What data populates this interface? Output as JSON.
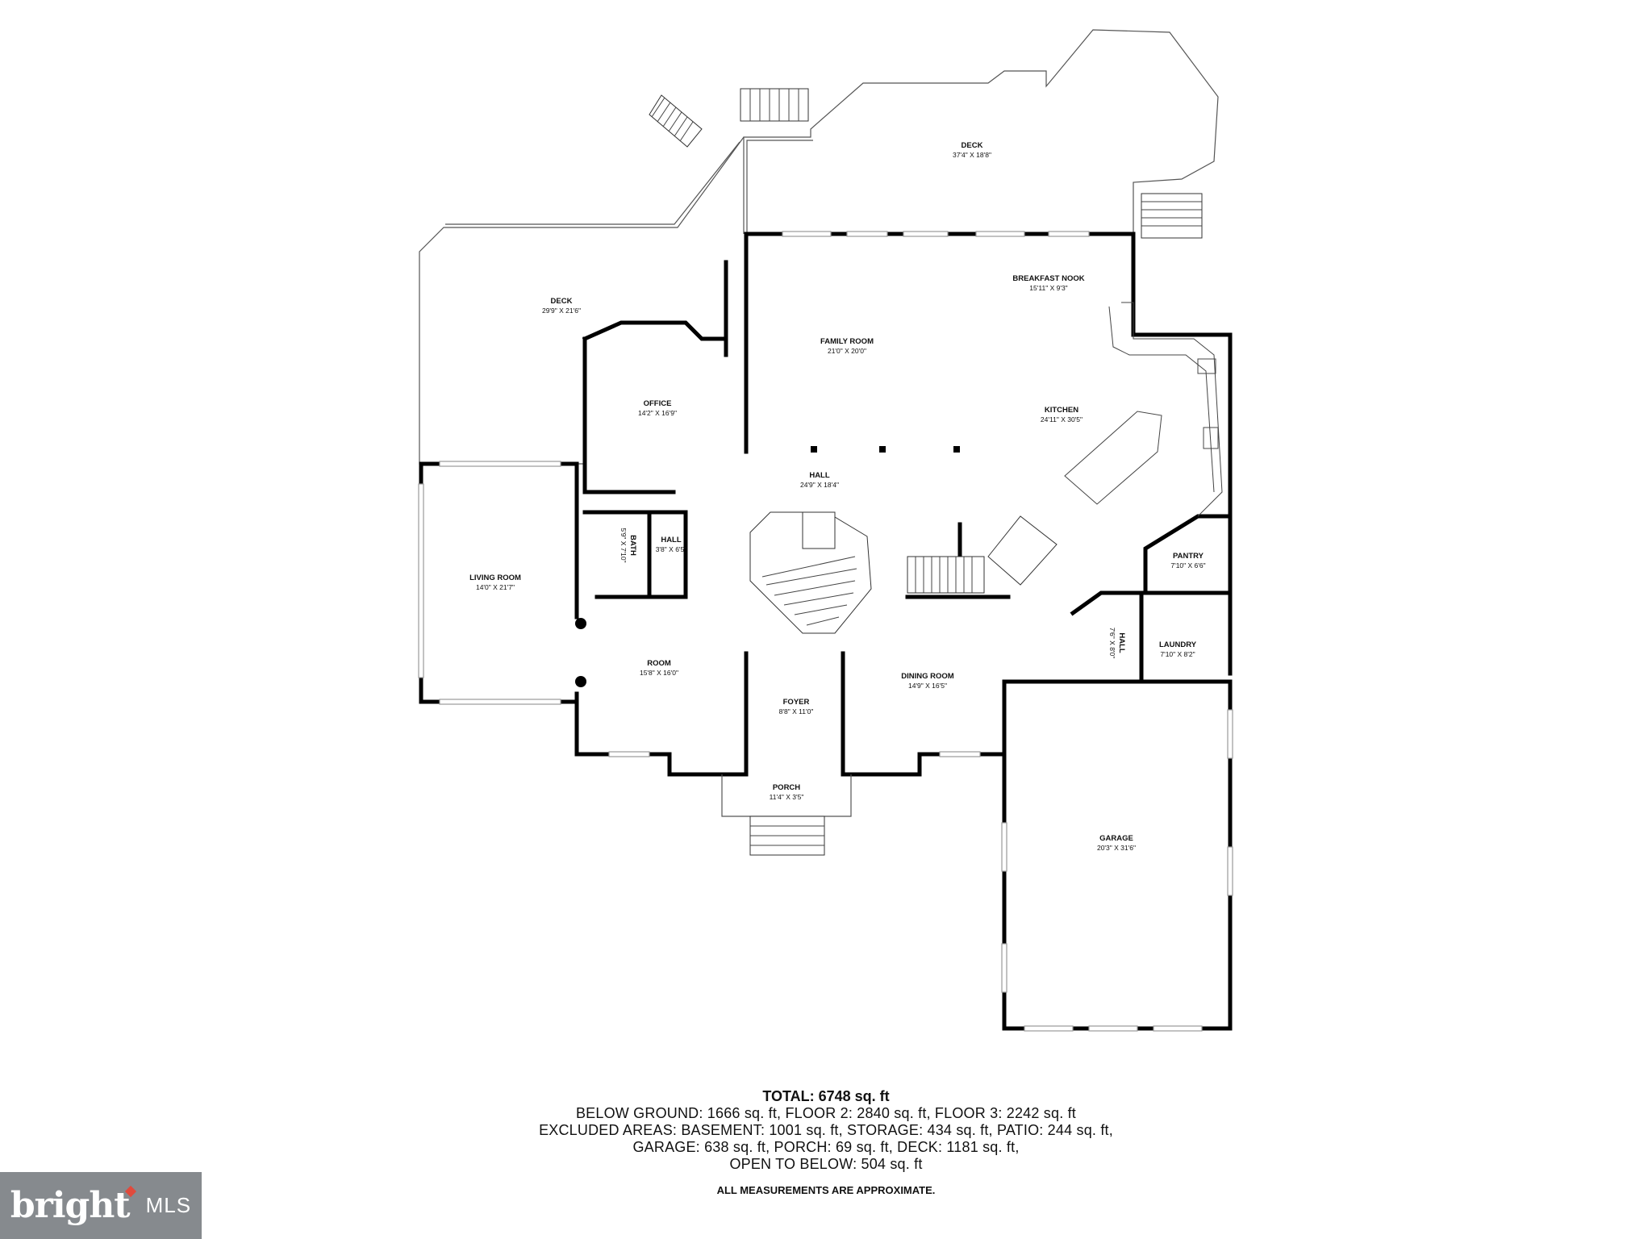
{
  "rooms": {
    "deck_top": {
      "name": "DECK",
      "dim": "37'4\" X 18'8\""
    },
    "deck_left": {
      "name": "DECK",
      "dim": "29'9\" X 21'6\""
    },
    "breakfast_nook": {
      "name": "BREAKFAST NOOK",
      "dim": "15'11\" X 9'3\""
    },
    "family_room": {
      "name": "FAMILY ROOM",
      "dim": "21'0\" X 20'0\""
    },
    "office": {
      "name": "OFFICE",
      "dim": "14'2\" X 16'9\""
    },
    "kitchen": {
      "name": "KITCHEN",
      "dim": "24'11\" X 30'5\""
    },
    "hall_main": {
      "name": "HALL",
      "dim": "24'9\" X 18'4\""
    },
    "bath": {
      "name": "BATH",
      "dim": "5'9\" X 7'10\""
    },
    "hall_small": {
      "name": "HALL",
      "dim": "3'8\" X 6'5\""
    },
    "living_room": {
      "name": "LIVING ROOM",
      "dim": "14'0\" X 21'7\""
    },
    "pantry": {
      "name": "PANTRY",
      "dim": "7'10\" X 6'6\""
    },
    "room": {
      "name": "ROOM",
      "dim": "15'8\" X 16'0\""
    },
    "hall_right": {
      "name": "HALL",
      "dim": "7'6\" X 8'0\""
    },
    "laundry": {
      "name": "LAUNDRY",
      "dim": "7'10\" X 8'2\""
    },
    "dining_room": {
      "name": "DINING ROOM",
      "dim": "14'9\" X 16'5\""
    },
    "foyer": {
      "name": "FOYER",
      "dim": "8'8\" X 11'0\""
    },
    "porch": {
      "name": "PORCH",
      "dim": "11'4\" X 3'5\""
    },
    "garage": {
      "name": "GARAGE",
      "dim": "20'3\" X 31'6\""
    }
  },
  "summary": {
    "total": "TOTAL: 6748 sq. ft",
    "line1": "BELOW GROUND: 1666 sq. ft, FLOOR 2: 2840 sq. ft, FLOOR 3: 2242 sq. ft",
    "line2": "EXCLUDED AREAS: BASEMENT: 1001 sq. ft, STORAGE: 434 sq. ft, PATIO: 244 sq. ft,",
    "line3": "GARAGE: 638 sq. ft, PORCH: 69 sq. ft, DECK: 1181 sq. ft,",
    "line4": "OPEN TO BELOW: 504 sq. ft",
    "disclaimer": "ALL MEASUREMENTS ARE APPROXIMATE."
  },
  "logo": {
    "brand": "bright",
    "suffix": "MLS"
  }
}
